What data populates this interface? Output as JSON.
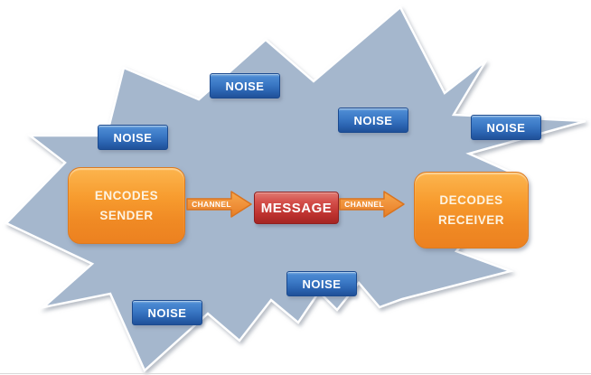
{
  "diagram": {
    "starburst_color": "#A5B7CD",
    "sender_box": {
      "line1": "ENCODES",
      "line2": "SENDER"
    },
    "receiver_box": {
      "line1": "DECODES",
      "line2": "RECEIVER"
    },
    "message_box": {
      "label": "MESSAGE"
    },
    "channel_left": {
      "label": "CHANNEL"
    },
    "channel_right": {
      "label": "CHANNEL"
    },
    "noise_labels": [
      {
        "label": "NOISE",
        "position": "top-center"
      },
      {
        "label": "NOISE",
        "position": "upper-left"
      },
      {
        "label": "NOISE",
        "position": "upper-middle-right"
      },
      {
        "label": "NOISE",
        "position": "upper-right"
      },
      {
        "label": "NOISE",
        "position": "lower-center"
      },
      {
        "label": "NOISE",
        "position": "lower-left"
      }
    ],
    "colors": {
      "noise_blue": "#2F67B4",
      "box_orange": "#F18C27",
      "message_red": "#C0362F",
      "arrow_orange": "#F0923B",
      "outline_white": "#FFFFFF",
      "text_light": "#FDF4E3"
    }
  }
}
